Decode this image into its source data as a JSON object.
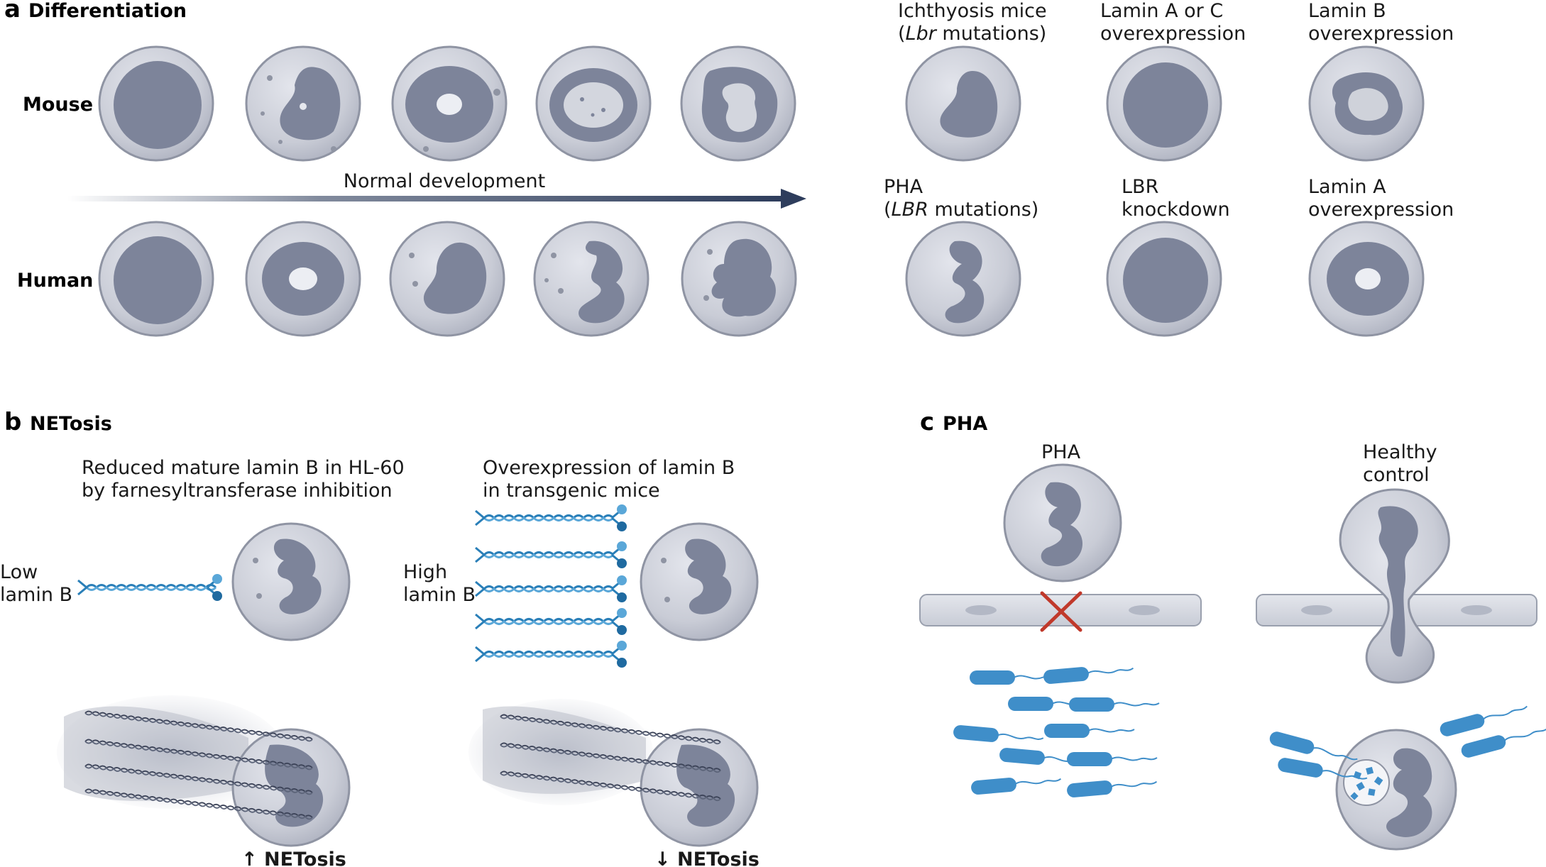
{
  "panel_a": {
    "letter": "a",
    "title": "Differentiation",
    "row_mouse": "Mouse",
    "row_human": "Human",
    "arrow_label": "Normal development",
    "conditions": [
      {
        "line1": "Ichthyosis mice",
        "line2_pre": "(",
        "line2_italic": "Lbr",
        "line2_post": " mutations)"
      },
      {
        "line1": "Lamin A or C",
        "line2": "overexpression"
      },
      {
        "line1": "Lamin B",
        "line2": "overexpression"
      },
      {
        "line1": "PHA",
        "line2_pre": "(",
        "line2_italic": "LBR",
        "line2_post": " mutations)"
      },
      {
        "line1": "LBR",
        "line2": "knockdown"
      },
      {
        "line1": "Lamin A",
        "line2": "overexpression"
      }
    ]
  },
  "panel_b": {
    "letter": "b",
    "title": "NETosis",
    "left_caption_1": "Reduced mature lamin B in HL-60",
    "left_caption_2": "by farnesyltransferase inhibition",
    "left_level_1": "Low",
    "left_level_2": "lamin B",
    "right_caption_1": "Overexpression of lamin B",
    "right_caption_2": "in transgenic mice",
    "right_level_1": "High",
    "right_level_2": "lamin B",
    "left_result": "↑ NETosis",
    "right_result": "↓ NETosis"
  },
  "panel_c": {
    "letter": "c",
    "title": "PHA",
    "left_label": "PHA",
    "right_label_1": "Healthy",
    "right_label_2": "control"
  },
  "colors": {
    "cell_fill": "#c9ccd6",
    "cell_edge": "#8f94a3",
    "nucleus": "#7d849a",
    "arrow_dark": "#2e3d5c",
    "lamin_blue": "#2a7fb8",
    "bacteria": "#3f8ec9",
    "cross_red": "#c0392b"
  }
}
